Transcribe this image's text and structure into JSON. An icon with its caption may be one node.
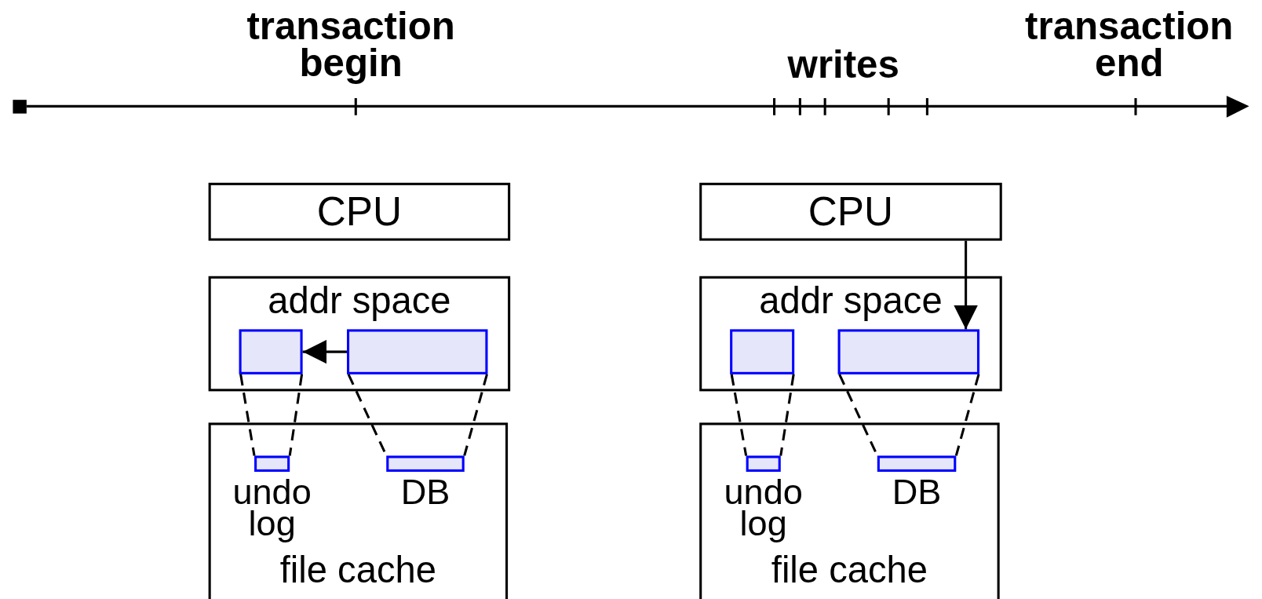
{
  "diagram": {
    "nodes": [
      {
        "text": [
          "CPU"
        ]
      },
      {
        "text": [
          "addr space"
        ]
      },
      {
        "text": [],
        "shape": "box",
        "in": 1
      },
      {
        "text": [],
        "shape": "box",
        "in": 1
      },
      {
        "text": [
          "file cache"
        ]
      },
      {
        "text": [],
        "shape": "box",
        "in": 4,
        "beside": [
          "undo log"
        ]
      },
      {
        "text": [],
        "shape": "box",
        "in": 4,
        "beside": [
          "DB"
        ]
      },
      {
        "text": [
          "CPU"
        ]
      },
      {
        "text": [
          "addr space"
        ]
      },
      {
        "text": [],
        "shape": "box",
        "in": 8
      },
      {
        "text": [],
        "shape": "box",
        "in": 8
      },
      {
        "text": [
          "file cache"
        ]
      },
      {
        "text": [],
        "shape": "box",
        "in": 11,
        "beside": [
          "undo log"
        ]
      },
      {
        "text": [],
        "shape": "box",
        "in": 11,
        "beside": [
          "DB"
        ]
      }
    ],
    "edges": [
      {
        "from": 3,
        "to": 2,
        "arrow": "to"
      },
      {
        "from": 2,
        "to": 5,
        "arrow": "none",
        "style": "dashed"
      },
      {
        "from": 3,
        "to": 6,
        "arrow": "none",
        "style": "dashed"
      },
      {
        "from": 7,
        "to": 10,
        "arrow": "to"
      },
      {
        "from": 9,
        "to": 12,
        "arrow": "none",
        "style": "dashed"
      },
      {
        "from": 10,
        "to": 13,
        "arrow": "none",
        "style": "dashed"
      }
    ],
    "labels": [
      "transaction begin",
      "writes",
      "transaction end"
    ]
  }
}
